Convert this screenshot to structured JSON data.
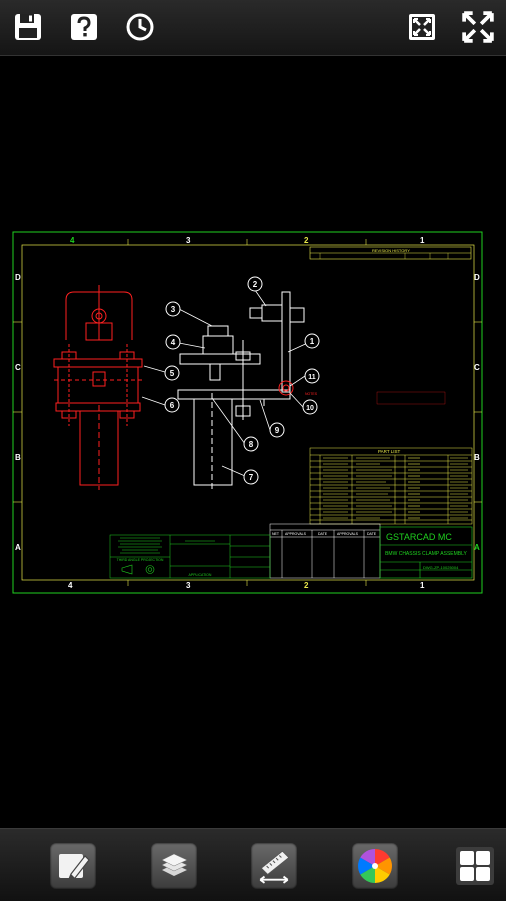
{
  "toolbar": {
    "top": [
      "save-icon",
      "help-icon",
      "history-icon",
      "zoom-extents-icon",
      "fullscreen-icon"
    ],
    "bottom": [
      "markup-pen-icon",
      "layers-icon",
      "measure-icon",
      "color-wheel-icon",
      "layout-grid-icon"
    ]
  },
  "drawing": {
    "colors": {
      "frame": "#1fd11f",
      "text": "#e8e84a",
      "red": "#ff2020",
      "white": "#ffffff"
    },
    "zones_top": [
      "4",
      "3",
      "2",
      "1"
    ],
    "zones_bottom": [
      "4",
      "3",
      "2",
      "1"
    ],
    "rows_left": [
      "D",
      "C",
      "B",
      "A"
    ],
    "rows_right": [
      "D",
      "C",
      "B",
      "A"
    ],
    "balloons": [
      "1",
      "2",
      "3",
      "4",
      "5",
      "6",
      "7",
      "8",
      "9",
      "10",
      "11"
    ],
    "revision_title": "REVISION HISTORY",
    "parts_list_title": "PART LIST",
    "approvals_headers": [
      "NET",
      "APPROVALS",
      "DATE",
      "APPROVALS",
      "DATE"
    ],
    "title_company": "GSTARCAD MC",
    "title_name": "BMW CHASSIS CLAMP ASSEMBLY",
    "projection_label": "THIRD ANGLE PROJECTION",
    "application_label": "APPLICATION",
    "drawing_no": "DWG-ZP-10025004"
  }
}
